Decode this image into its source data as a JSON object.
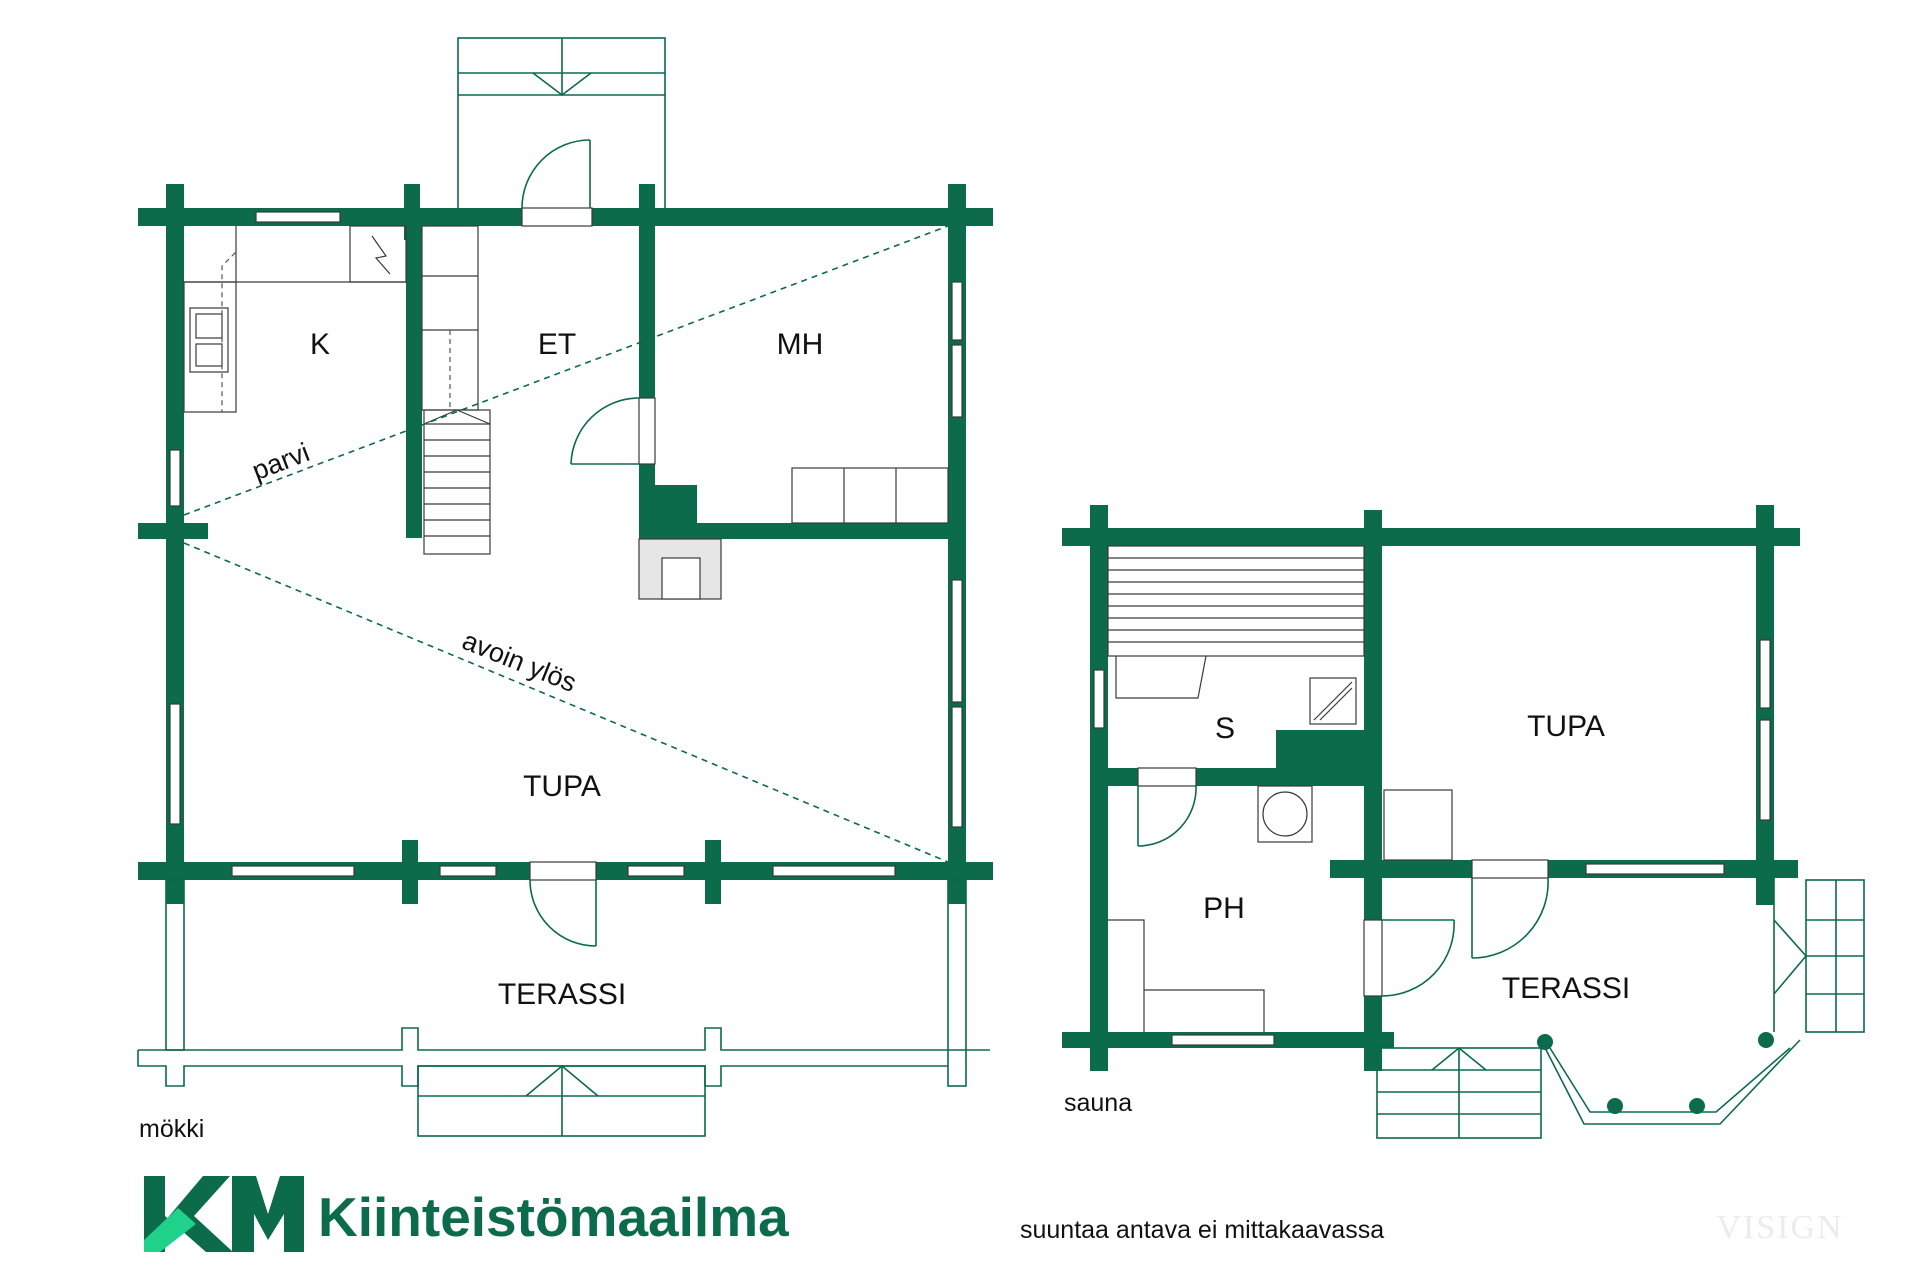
{
  "colors": {
    "wall": "#0b6b4b",
    "logo_accent": "#1fd18a",
    "text": "#111111"
  },
  "cabin": {
    "caption": "mökki",
    "rooms": {
      "kitchen": "K",
      "entry": "ET",
      "bedroom": "MH",
      "living": "TUPA",
      "terrace": "TERASSI"
    },
    "labels": {
      "loft": "parvi",
      "open_up": "avoin ylös"
    }
  },
  "sauna": {
    "caption": "sauna",
    "rooms": {
      "sauna_room": "S",
      "washroom": "PH",
      "living": "TUPA",
      "terrace": "TERASSI"
    }
  },
  "footer": {
    "logo_mark": "KM",
    "brand": "Kiinteistömaailma",
    "disclaimer": "suuntaa antava ei mittakaavassa",
    "watermark": "VISIGN"
  }
}
